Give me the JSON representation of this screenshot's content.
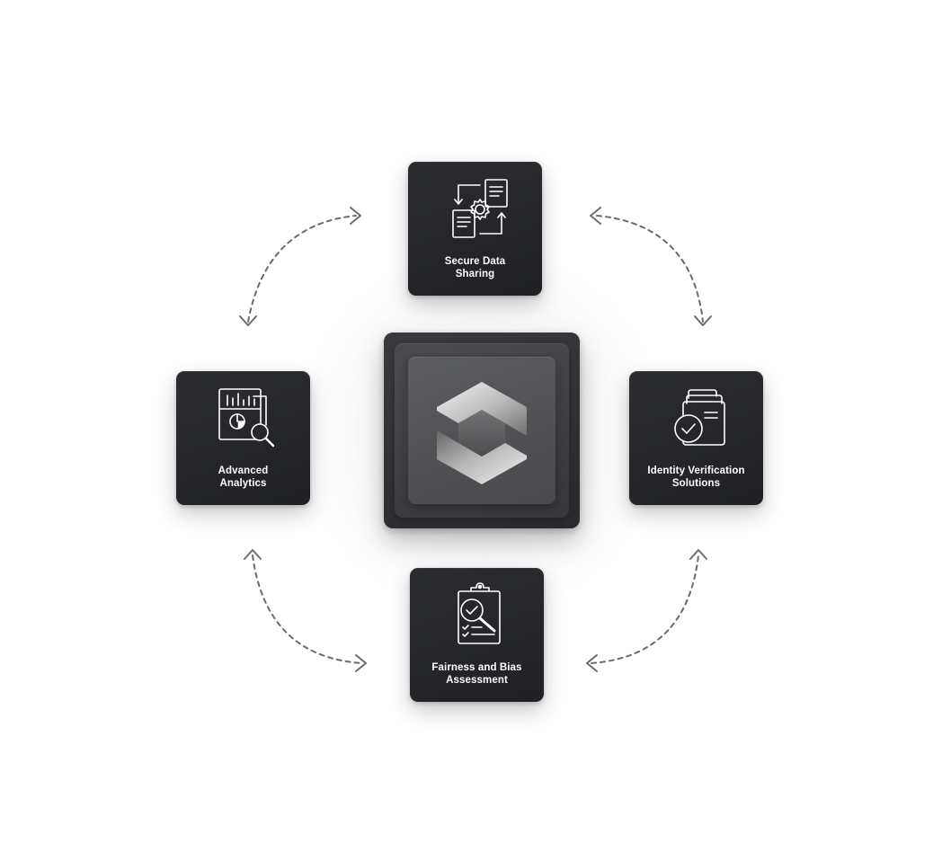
{
  "diagram": {
    "hub": {
      "icon": "hexagon-logo-icon"
    },
    "nodes": {
      "secure_data_sharing": {
        "line1": "Secure Data",
        "line2": "Sharing",
        "icon": "documents-gear-icon"
      },
      "advanced_analytics": {
        "line1": "Advanced",
        "line2": "Analytics",
        "icon": "analytics-magnifier-icon"
      },
      "identity_verification": {
        "line1": "Identity Verification",
        "line2": "Solutions",
        "icon": "identity-check-icon"
      },
      "fairness_bias": {
        "line1": "Fairness and Bias",
        "line2": "Assessment",
        "icon": "clipboard-magnifier-icon"
      }
    },
    "colors": {
      "card": "#232427",
      "connector": "#6b6b6b",
      "text": "#ffffff"
    }
  }
}
